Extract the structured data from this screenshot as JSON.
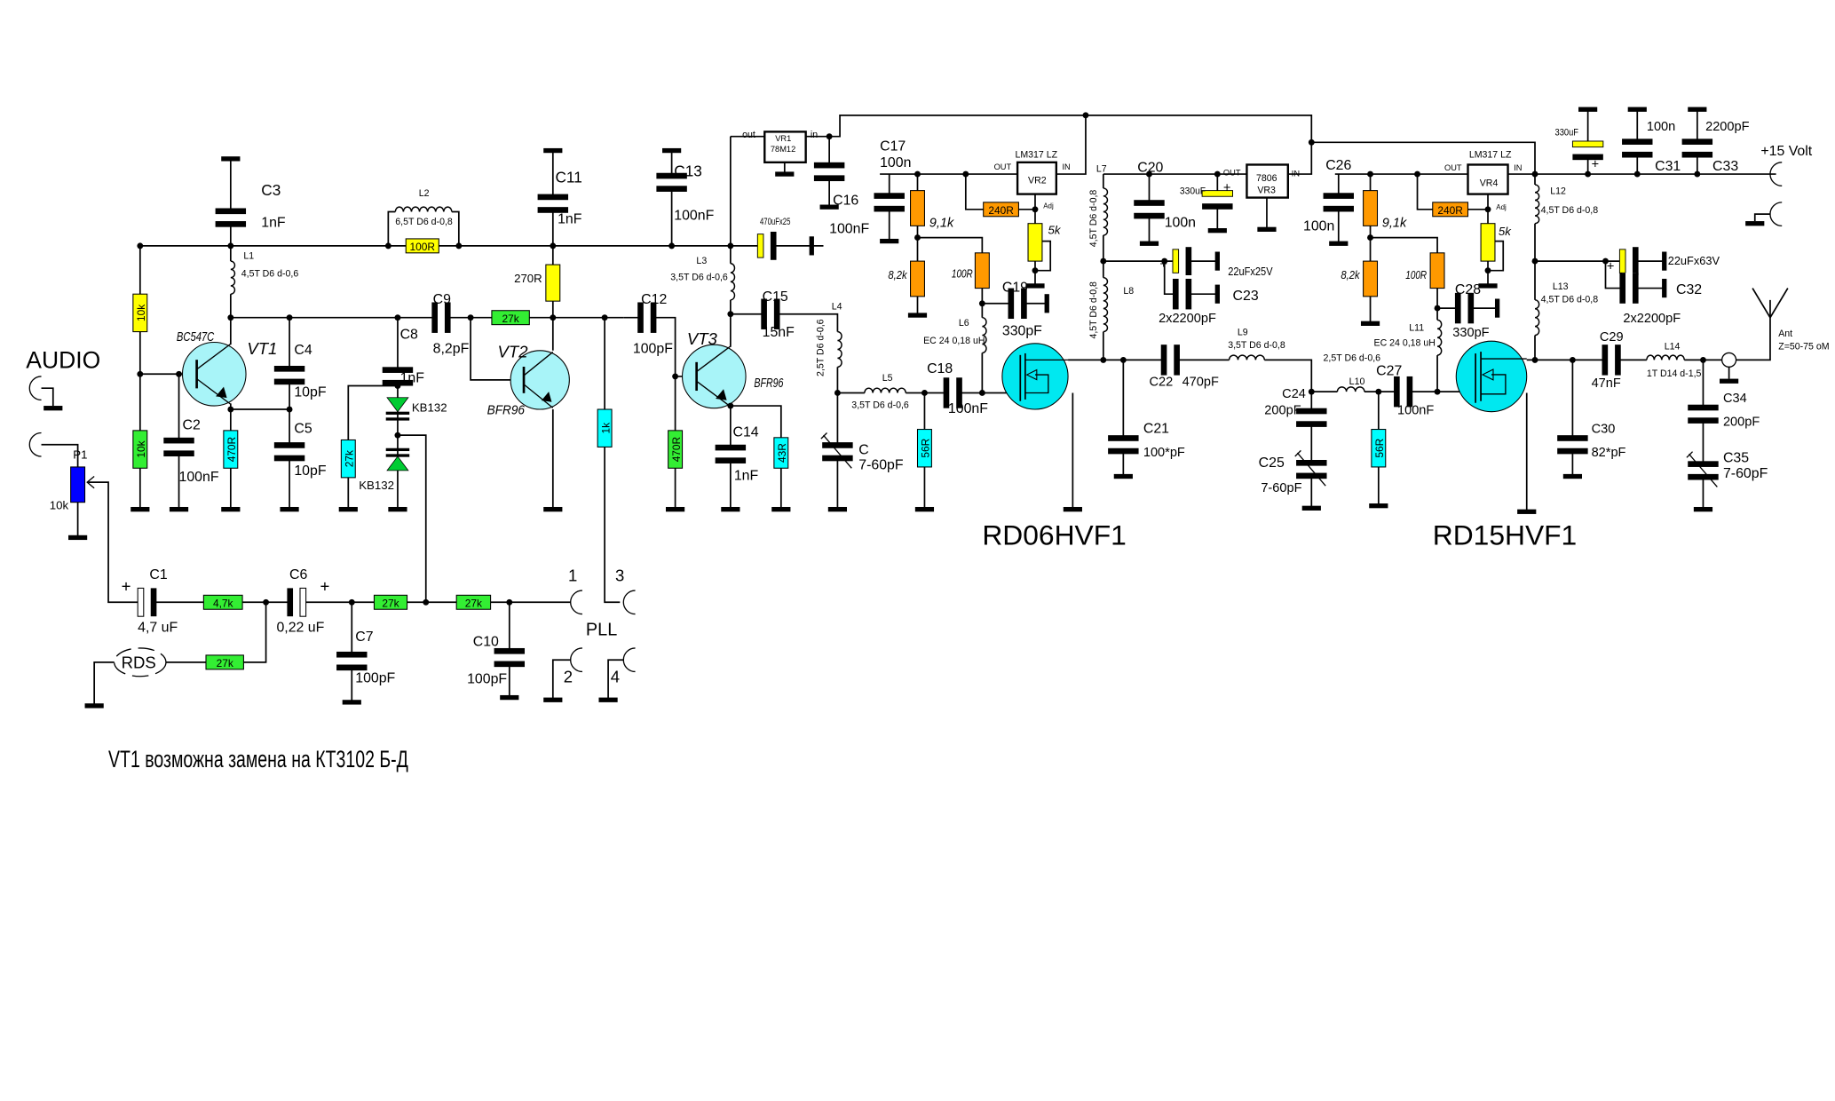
{
  "colors": {
    "wire": "#000000",
    "resistor_yellow": "#ffff00",
    "resistor_green": "#33ee33",
    "resistor_cyan": "#00ffff",
    "resistor_orange": "#ff9900",
    "pot_blue": "#0000ff",
    "bjt_fill": "#a8f4f8",
    "mosfet_fill": "#00e8f0",
    "varactor": "#00cc33"
  },
  "labels": {
    "audio": "AUDIO",
    "p1": "P1",
    "p1_val": "10k",
    "c1": "C1",
    "c1_val": "4,7 uF",
    "r_47k": "4,7k",
    "c6": "C6",
    "c6_val": "0,22 uF",
    "plus": "+",
    "c7": "C7",
    "c7_val": "100pF",
    "r_27k_a": "27k",
    "r_27k_b": "27k",
    "c10": "C10",
    "c10_val": "100pF",
    "pin1": "1",
    "pin2": "2",
    "pin3": "3",
    "pin4": "4",
    "pll": "PLL",
    "rds": "RDS",
    "r_27k_rds": "27k",
    "note": "VT1 возможна замена на КТ3102 Б-Д",
    "c3": "C3",
    "c3_val": "1nF",
    "l1": "L1",
    "l1_val": "4,5T D6 d-0,6",
    "l2": "L2",
    "l2_val": "6,5T D6 d-0,8",
    "r_100r": "100R",
    "r_10k_a": "10k",
    "r_10k_b": "10k",
    "c2": "C2",
    "c2_val": "100nF",
    "vt1_type": "BC547C",
    "vt1": "VT1",
    "r_470r_a": "470R",
    "c4": "C4",
    "c4_val": "10pF",
    "c5": "C5",
    "c5_val": "10pF",
    "c8": "C8",
    "c8_val": "1nF",
    "d1": "KB132",
    "d2": "KB132",
    "r_27k_c": "27k",
    "c9": "C9",
    "c9_val": "8,2pF",
    "r_27k_d": "27k",
    "vt2": "VT2",
    "vt2_type": "BFR96",
    "r_270r": "270R",
    "c11": "C11",
    "c11_val": "1nF",
    "r_1k": "1k",
    "c12": "C12",
    "c12_val": "100pF",
    "r_470r_b": "470R",
    "vt3": "VT3",
    "vt3_type": "BFR96",
    "c13": "C13",
    "c13_val": "100nF",
    "l3": "L3",
    "l3_val": "3,5T D6 d-0,6",
    "c14": "C14",
    "c14_val": "1nF",
    "r_43r": "43R",
    "c15": "C15",
    "c15_val": "15nF",
    "l4": "L4",
    "l4_val": "2,5T D6 d-0,6",
    "ct": "C",
    "ct_val": "7-60pF",
    "l5": "L5",
    "l5_val": "3,5T D6 d-0,6",
    "r_56r_a": "56R",
    "c18": "C18",
    "c18_val": "100nF",
    "c_470u": "470uFx25",
    "vr1": "VR1",
    "vr1_type": "78M12",
    "vr1_out": "out",
    "vr1_in": "in",
    "c16": "C16",
    "c16_val": "100nF",
    "c17": "C17",
    "c17_val": "100n",
    "r_91k_a": "9,1k",
    "r_82k_a": "8,2k",
    "r_100r_a": "100R",
    "r_240r_a": "240R",
    "vr2_type": "LM317 LZ",
    "vr2": "VR2",
    "vr2_out": "OUT",
    "vr2_in": "IN",
    "vr2_adj": "Adj",
    "pot_5k_a": "5k",
    "c19": "C19",
    "c19_val": "330pF",
    "l6": "L6",
    "l6_val": "EC 24 0,18 uH",
    "l7": "L7",
    "l7_val": "4,5T D6 d-0,8",
    "l8": "L8",
    "l8_val": "4,5T D6 d-0,8",
    "c20": "C20",
    "c20_val": "100n",
    "c_330u_a": "330uF",
    "vr3_out": "OUT",
    "vr3_type": "7806",
    "vr3": "VR3",
    "vr3_in": "IN",
    "c_22u_a": "22uFx25V",
    "c23": "C23",
    "c23_val": "2x2200pF",
    "c21": "C21",
    "c21_val": "100*pF",
    "c22": "C22",
    "c22_val": "470pF",
    "l9": "L9",
    "l9_val": "3,5T D6 d-0,8",
    "q1": "RD06HVF1",
    "c24": "C24",
    "c24_val": "200pF",
    "c25": "C25",
    "c25_val": "7-60pF",
    "l10": "L10",
    "l10_val": "2,5T D6 d-0,6",
    "r_56r_b": "56R",
    "c27": "C27",
    "c27_val": "100nF",
    "l11": "L11",
    "l11_val": "EC 24 0,18 uH",
    "c28": "C28",
    "c28_val": "330pF",
    "r_100r_b": "100R",
    "r_91k_b": "9,1k",
    "r_82k_b": "8,2k",
    "c26": "C26",
    "c26_val": "100n",
    "r_240r_b": "240R",
    "vr4_type": "LM317 LZ",
    "vr4": "VR4",
    "vr4_out": "OUT",
    "vr4_in": "IN",
    "vr4_adj": "Adj",
    "pot_5k_b": "5k",
    "l12": "L12",
    "l12_val": "4,5T D6 d-0,8",
    "l13": "L13",
    "l13_val": "4,5T D6 d-0,8",
    "c_22u_b": "22uFx63V",
    "c32": "C32",
    "c32_val": "2x2200pF",
    "c_330u_b": "330uF",
    "c31_val": "100n",
    "c31": "C31",
    "c33_val": "2200pF",
    "c33": "C33",
    "supply": "+15 Volt",
    "c30": "C30",
    "c30_val": "82*pF",
    "c29": "C29",
    "c29_val": "47nF",
    "l14": "L14",
    "l14_val": "1T D14 d-1,5",
    "c34": "C34",
    "c34_val": "200pF",
    "c35": "C35",
    "c35_val": "7-60pF",
    "ant": "Ant",
    "ant_z": "Z=50-75 oM",
    "q2": "RD15HVF1"
  }
}
